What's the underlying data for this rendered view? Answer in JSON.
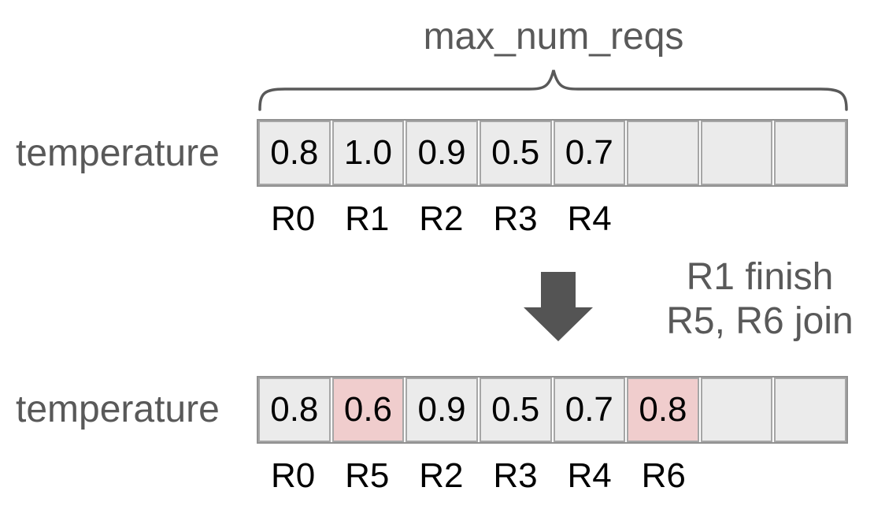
{
  "brace_label": "max_num_reqs",
  "before": {
    "label": "temperature",
    "cells": [
      {
        "value": "0.8",
        "highlight": false
      },
      {
        "value": "1.0",
        "highlight": false
      },
      {
        "value": "0.9",
        "highlight": false
      },
      {
        "value": "0.5",
        "highlight": false
      },
      {
        "value": "0.7",
        "highlight": false
      },
      {
        "value": "",
        "highlight": false
      },
      {
        "value": "",
        "highlight": false
      },
      {
        "value": "",
        "highlight": false
      }
    ],
    "req_labels": [
      "R0",
      "R1",
      "R2",
      "R3",
      "R4",
      "",
      "",
      ""
    ]
  },
  "transition": {
    "arrow_icon": "down-arrow-icon",
    "line1": "R1 finish",
    "line2": "R5, R6 join"
  },
  "after": {
    "label": "temperature",
    "cells": [
      {
        "value": "0.8",
        "highlight": false
      },
      {
        "value": "0.6",
        "highlight": true
      },
      {
        "value": "0.9",
        "highlight": false
      },
      {
        "value": "0.5",
        "highlight": false
      },
      {
        "value": "0.7",
        "highlight": false
      },
      {
        "value": "0.8",
        "highlight": true
      },
      {
        "value": "",
        "highlight": false
      },
      {
        "value": "",
        "highlight": false
      }
    ],
    "req_labels": [
      "R0",
      "R5",
      "R2",
      "R3",
      "R4",
      "R6",
      "",
      ""
    ]
  },
  "colors": {
    "cell_bg": "#ebebeb",
    "cell_highlight_bg": "#f0cdcd",
    "cell_border": "#a6a6a6",
    "array_outer_border": "#919191",
    "gray_text": "#595959",
    "black_text": "#000000",
    "arrow": "#545454",
    "brace": "#595959"
  }
}
